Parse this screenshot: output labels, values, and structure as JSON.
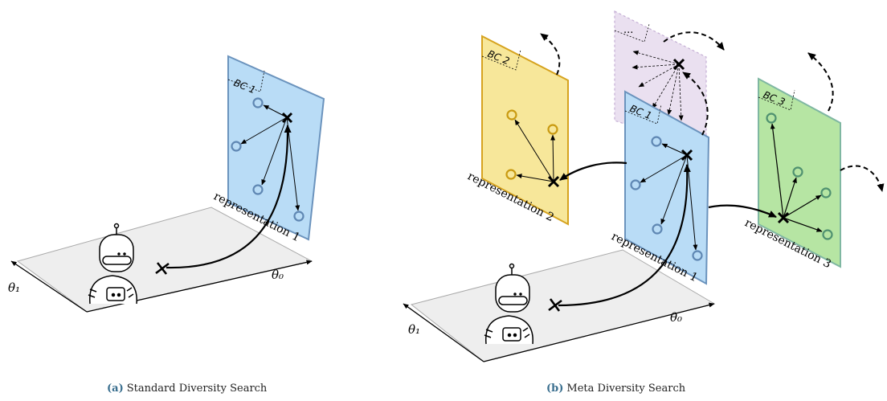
{
  "panel_a": {
    "caption_tag": "(a)",
    "caption_text": "Standard Diversity Search",
    "bc_label": "BC 1",
    "plane_label": "representation 1",
    "axis_x_label": "θ₀",
    "axis_y_label": "θ₁"
  },
  "panel_b": {
    "caption_tag": "(b)",
    "caption_text": "Meta Diversity Search",
    "bc1_label": "BC 1",
    "bc2_label": "BC 2",
    "bc3_label": "BC 3",
    "ellipsis_label": "...",
    "plane1_label": "representation 1",
    "plane2_label": "representation 2",
    "plane3_label": "representation 3",
    "axis_x_label": "θ₀",
    "axis_y_label": "θ₁"
  },
  "colors": {
    "blue_fill": "#b9dcf6",
    "blue_stroke": "#6b93bd",
    "blue_point": "#5f87b3",
    "yellow_fill": "#f7e79a",
    "yellow_stroke": "#d6a31f",
    "yellow_point": "#c99a11",
    "green_fill": "#b6e5a3",
    "green_stroke": "#7fb7a2",
    "green_point": "#4f9170",
    "purple_fill": "#eae0f0",
    "purple_stroke": "#c4aed4"
  }
}
